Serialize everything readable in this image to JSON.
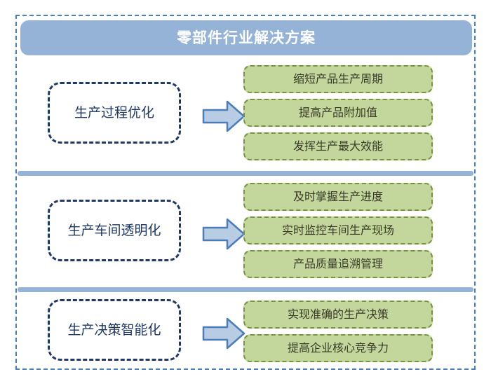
{
  "header": {
    "title": "零部件行业解决方案"
  },
  "colors": {
    "frame_border": "#4a7ebb",
    "title_bar": "#95b3d7",
    "title_text": "#ffffff",
    "category_border": "#1f3864",
    "category_text": "#1f3864",
    "item_fill": "#c3d69b",
    "item_border": "#77933c",
    "item_text": "#3a3a28",
    "arrow_fill": "#b8cce4",
    "arrow_stroke": "#4a7ebb",
    "divider": "#95b3d7",
    "background": "#ffffff"
  },
  "sections": [
    {
      "category": "生产过程优化",
      "arrow_icon": "right-arrow-icon",
      "items": [
        "缩短产品生产周期",
        "提高产品附加值",
        "发挥生产最大效能"
      ]
    },
    {
      "category": "生产车间透明化",
      "arrow_icon": "right-arrow-icon",
      "items": [
        "及时掌握生产进度",
        "实时监控车间生产现场",
        "产品质量追溯管理"
      ]
    },
    {
      "category": "生产决策智能化",
      "arrow_icon": "right-arrow-icon",
      "items": [
        "实现准确的生产决策",
        "提高企业核心竞争力"
      ]
    }
  ]
}
